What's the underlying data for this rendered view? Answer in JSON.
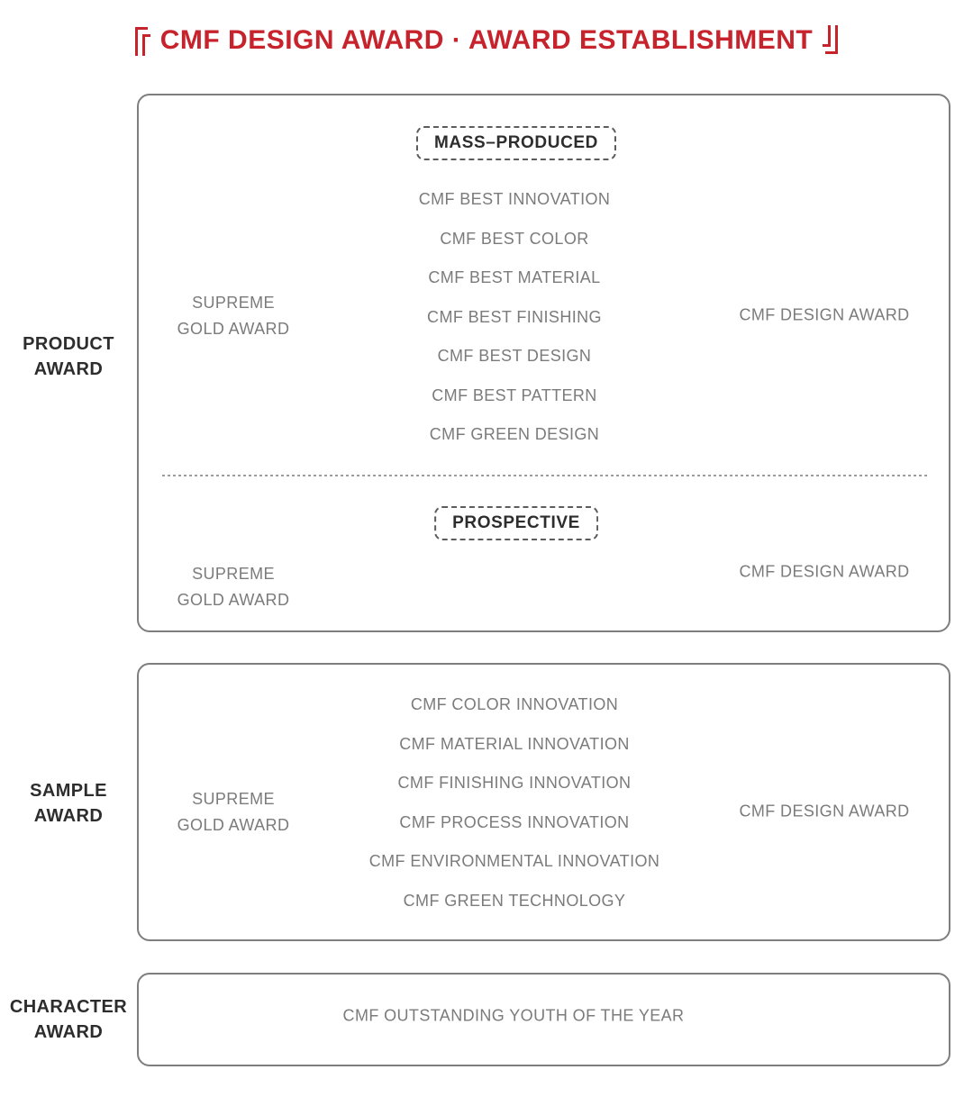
{
  "title": {
    "bracket_left": "『",
    "text": "CMF DESIGN AWARD · AWARD ESTABLISHMENT",
    "bracket_right": "』"
  },
  "colors": {
    "title_red": "#C7232C",
    "box_border_gray": "#7E7E7E",
    "label_dark": "#2D2D2D",
    "body_text_gray": "#7B7B7B"
  },
  "product_award": {
    "label_lines": [
      "PRODUCT",
      "AWARD"
    ],
    "mass_produced": {
      "badge": "MASS–PRODUCED",
      "left_lines": [
        "SUPREME",
        "GOLD AWARD"
      ],
      "items": [
        "CMF BEST INNOVATION",
        "CMF BEST COLOR",
        "CMF BEST MATERIAL",
        "CMF BEST FINISHING",
        "CMF BEST DESIGN",
        "CMF BEST PATTERN",
        "CMF GREEN DESIGN"
      ],
      "right_label": "CMF DESIGN AWARD"
    },
    "prospective": {
      "badge": "PROSPECTIVE",
      "left_lines": [
        "SUPREME",
        "GOLD AWARD"
      ],
      "right_label": "CMF DESIGN AWARD"
    }
  },
  "sample_award": {
    "label_lines": [
      "SAMPLE",
      "AWARD"
    ],
    "left_lines": [
      "SUPREME",
      "GOLD AWARD"
    ],
    "items": [
      "CMF COLOR INNOVATION",
      "CMF MATERIAL INNOVATION",
      "CMF FINISHING INNOVATION",
      "CMF PROCESS INNOVATION",
      "CMF ENVIRONMENTAL INNOVATION",
      "CMF GREEN TECHNOLOGY"
    ],
    "right_label": "CMF DESIGN AWARD"
  },
  "character_award": {
    "label_lines": [
      "CHARACTER",
      "AWARD"
    ],
    "item": "CMF OUTSTANDING YOUTH OF THE YEAR"
  }
}
